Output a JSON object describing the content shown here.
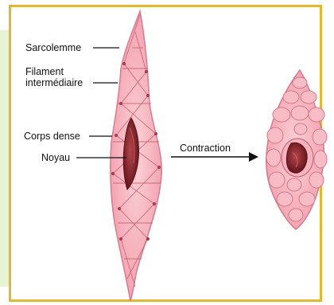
{
  "colors": {
    "frame_border": "#e3b92c",
    "side_panel": "#e6f4d3",
    "cell_fill": "#f6b6c0",
    "cell_outline": "#d97a8c",
    "nucleus": "#7a1f26"
  },
  "labels": {
    "sarcolemme": "Sarcolemme",
    "filament_line1": "Filament",
    "filament_line2": "intermédiaire",
    "corps_dense": "Corps dense",
    "noyau": "Noyau",
    "contraction": "Contraction"
  }
}
